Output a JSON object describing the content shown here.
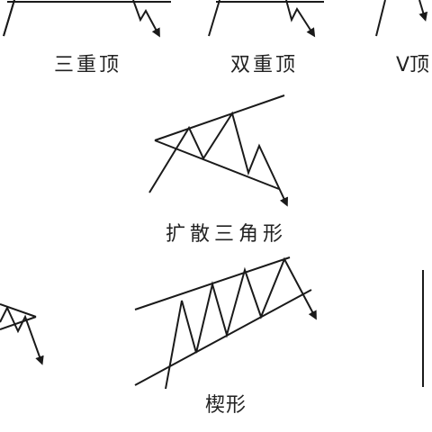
{
  "patterns": {
    "triple_top": {
      "label": "三重顶"
    },
    "double_top": {
      "label": "双重顶"
    },
    "v_top": {
      "label": "V顶"
    },
    "broadening_triangle": {
      "label": "扩散三角形"
    },
    "wedge": {
      "label": "楔形"
    }
  },
  "colors": {
    "line": "#1a1a1a",
    "background": "#ffffff"
  }
}
